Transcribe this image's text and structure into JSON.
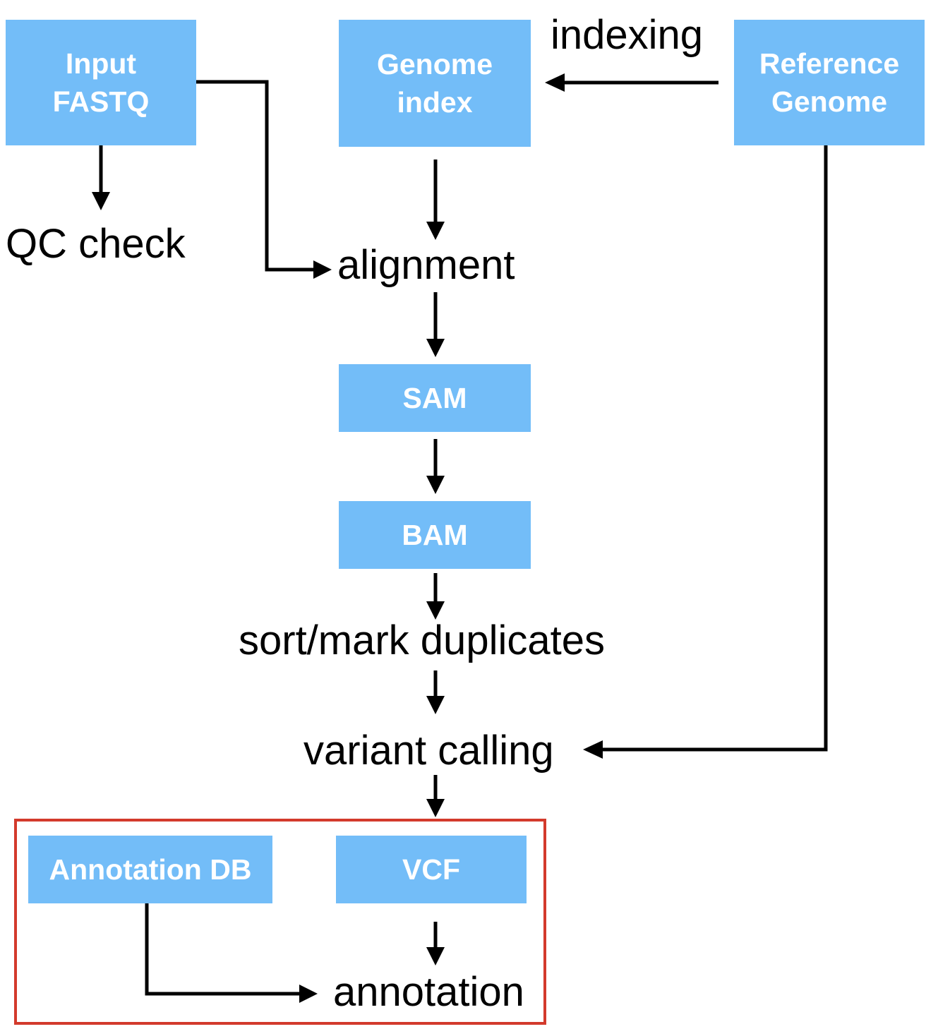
{
  "colors": {
    "box_fill": "#73bdf8",
    "box_text": "#ffffff",
    "label_text": "#000000",
    "arrow": "#000000",
    "group_border": "#d33a2c"
  },
  "boxes": {
    "input_fastq": "Input\nFASTQ",
    "genome_index": "Genome\nindex",
    "reference_genome": "Reference\nGenome",
    "sam": "SAM",
    "bam": "BAM",
    "annotation_db": "Annotation DB",
    "vcf": "VCF"
  },
  "steps": {
    "indexing": "indexing",
    "qc_check": "QC check",
    "alignment": "alignment",
    "sort_mark_duplicates": "sort/mark duplicates",
    "variant_calling": "variant calling",
    "annotation": "annotation"
  },
  "edges": [
    {
      "from": "reference_genome",
      "to": "genome_index"
    },
    {
      "from": "input_fastq",
      "to": "qc_check"
    },
    {
      "from": "input_fastq",
      "to": "alignment"
    },
    {
      "from": "genome_index",
      "to": "alignment"
    },
    {
      "from": "alignment",
      "to": "sam"
    },
    {
      "from": "sam",
      "to": "bam"
    },
    {
      "from": "bam",
      "to": "sort_mark_duplicates"
    },
    {
      "from": "sort_mark_duplicates",
      "to": "variant_calling"
    },
    {
      "from": "reference_genome",
      "to": "variant_calling"
    },
    {
      "from": "variant_calling",
      "to": "vcf"
    },
    {
      "from": "vcf",
      "to": "annotation"
    },
    {
      "from": "annotation_db",
      "to": "annotation"
    }
  ]
}
